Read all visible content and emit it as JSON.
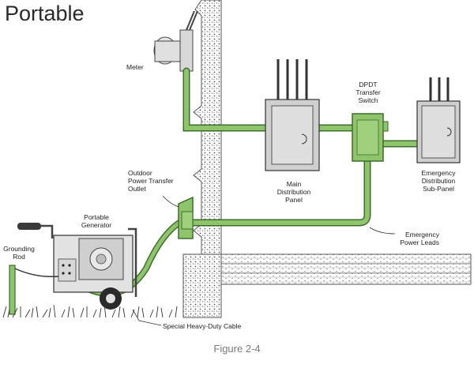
{
  "title": "Portable",
  "caption": "Figure 2-4",
  "labels": {
    "meter": "Meter",
    "outdoor_outlet": [
      "Outdoor",
      "Power Transfer",
      "Outlet"
    ],
    "portable_generator": [
      "Portable",
      "Generator"
    ],
    "grounding_rod": [
      "Grounding",
      "Rod"
    ],
    "main_panel": [
      "Main",
      "Distribution",
      "Panel"
    ],
    "dpdt_switch": [
      "DPDT",
      "Transfer",
      "Switch"
    ],
    "sub_panel": [
      "Emergency",
      "Distribution",
      "Sub-Panel"
    ],
    "power_leads": [
      "Emergency",
      "Power Leads"
    ],
    "cable": "Special Heavy-Duty Cable"
  },
  "colors": {
    "conduit": "#8ec46a",
    "conduit_outline": "#3e6d2c",
    "panel": "#cfcfcf",
    "wall_hatch": "#8a8a8a"
  }
}
